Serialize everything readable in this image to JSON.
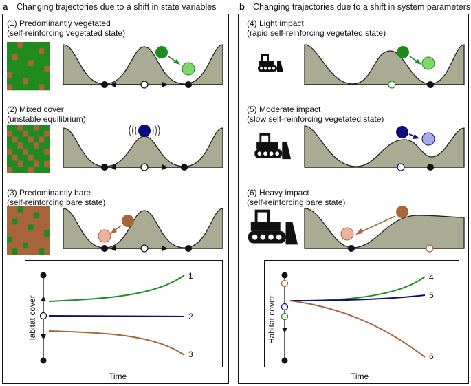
{
  "panel_a": {
    "letter": "a",
    "title": "Changing trajectories due to a shift in state variables",
    "rows": [
      {
        "line1": "(1) Predominantly vegetated",
        "line2": "(self-reinforcing vegetated state)"
      },
      {
        "line1": "(2) Mixed cover",
        "line2": "(unstable equilibrium)"
      },
      {
        "line1": "(3) Predominantly bare",
        "line2": "(self-reinforcing bare state)"
      }
    ],
    "chart": {
      "ylabel": "Habitat cover",
      "xlabel": "Time",
      "line_labels": [
        "1",
        "2",
        "3"
      ]
    }
  },
  "panel_b": {
    "letter": "b",
    "title": "Changing trajectories due to a shift in system parameters",
    "rows": [
      {
        "line1": "(4) Light impact",
        "line2": "(rapid self-reinforcing vegetated state)"
      },
      {
        "line1": "(5) Moderate impact",
        "line2": "(slow self-reinforcing vegetated state)"
      },
      {
        "line1": "(6) Heavy impact",
        "line2": "(self-reinforcing bare state)"
      }
    ],
    "chart": {
      "ylabel": "Habitat cover",
      "xlabel": "Time",
      "line_labels": [
        "4",
        "5",
        "6"
      ]
    }
  },
  "colors": {
    "vegetation": "#1f8a1f",
    "bare": "#a8643a",
    "landscape": "#a9ab93",
    "green_ball": "#7fd66a",
    "green_ball_dark": "#1f8a1f",
    "blue_ball": "#0c0c7a",
    "blue_ball_light": "#a9a9f0",
    "brown_ball": "#a8643a",
    "brown_ball_light": "#e8b39a",
    "line_green": "#1f8a1f",
    "line_blue": "#0c0c7a",
    "line_brown": "#a8643a"
  }
}
